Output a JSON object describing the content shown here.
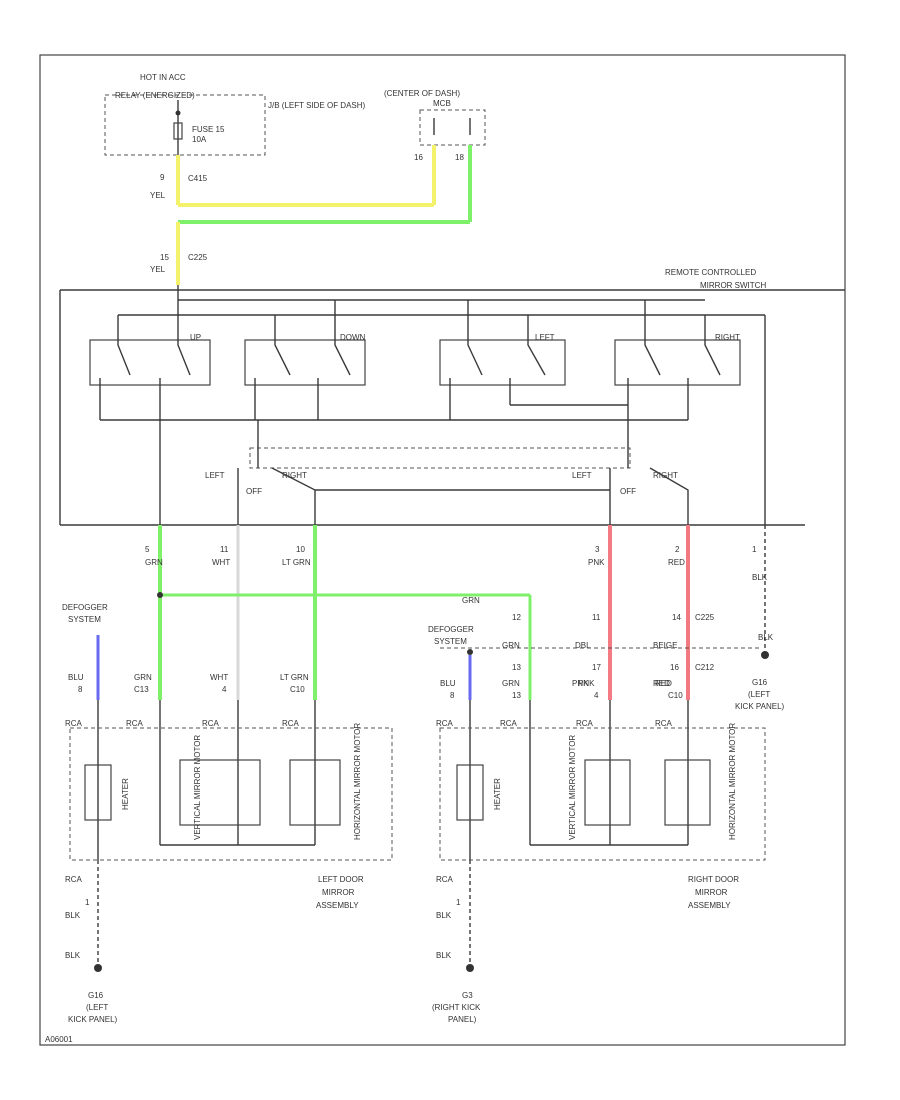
{
  "colors": {
    "yellow_wire": "#f4f26a",
    "green_wire": "#7ef06a",
    "pink_wire": "#f47a84",
    "red_wire": "#f07a80",
    "blue_wire": "#6a6af0",
    "white_wire": "#d8d8d8",
    "black_wire": "#3a3a3a"
  },
  "top": {
    "hot_label": "HOT IN ACC",
    "relay_label": "RELAY (ENERGIZED)",
    "fuse_label": "FUSE 15",
    "fuse_amp": "10A",
    "junction_label": "J/B (LEFT SIDE OF DASH)",
    "center_dash_label": "(CENTER OF DASH)",
    "mcb_label": "MCB",
    "pin_9": "9",
    "c415": "C415",
    "yel_1": "YEL",
    "pin_16": "16",
    "pin_18": "18",
    "pin_15": "15",
    "c225": "C225",
    "yel_2": "YEL"
  },
  "switch": {
    "title": "REMOTE CONTROLLED",
    "subtitle": "MIRROR SWITCH",
    "up": "UP",
    "down": "DOWN",
    "left": "LEFT",
    "right": "RIGHT",
    "left_sel_1": "LEFT",
    "off_1": "OFF",
    "right_sel_1": "RIGHT",
    "left_sel_2": "LEFT",
    "off_2": "OFF",
    "right_sel_2": "RIGHT"
  },
  "wires": {
    "pin_5": "5",
    "grn_1": "GRN",
    "pin_11": "11",
    "wht_1": "WHT",
    "pin_10": "10",
    "lt_grn_1": "LT GRN",
    "pin_3": "3",
    "pnk_1": "PNK",
    "pin_2": "2",
    "red_1": "RED",
    "pin_1": "1",
    "blk_1": "BLK",
    "grn_long": "GRN",
    "pin_12": "12",
    "grn_2": "GRN",
    "pin_13_grn": "13",
    "pin_11_pnk": "11",
    "dbl_label": "DBL",
    "pin_14": "14",
    "beige_label": "BEIGE",
    "c225_2": "C225",
    "c212": "C212",
    "pin_17": "17",
    "pnk_2": "PNK",
    "pin_16_red": "16",
    "red_2": "RED",
    "blk_gnd": "BLK",
    "g16_label": "G16",
    "g16_sub": "(LEFT",
    "g16_sub2": "KICK PANEL)"
  },
  "left_mirror": {
    "defogger": "DEFOGGER",
    "system": "SYSTEM",
    "blu": "BLU",
    "pin_8": "8",
    "grn": "GRN",
    "c13": "C13",
    "wht": "WHT",
    "pin_4": "4",
    "lt_grn": "LT GRN",
    "c10": "C10",
    "rca": "RCA",
    "rca2": "RCA",
    "rca3": "RCA",
    "rca4": "RCA",
    "heater": "HEATER",
    "vertical": "VERTICAL MIRROR MOTOR",
    "horizontal": "HORIZONTAL MIRROR MOTOR",
    "assembly_1": "LEFT DOOR",
    "assembly_2": "MIRROR",
    "assembly_3": "ASSEMBLY",
    "rca_bottom": "RCA",
    "pin_1": "1",
    "blk_a": "BLK",
    "blk_b": "BLK",
    "ground": "G16",
    "ground_sub": "(LEFT",
    "ground_sub2": "KICK PANEL)"
  },
  "right_mirror": {
    "defogger": "DEFOGGER",
    "system": "SYSTEM",
    "blu": "BLU",
    "pin_8": "8",
    "grn": "GRN",
    "c13": "13",
    "rca": "RCA",
    "rca2": "RCA",
    "rca3": "RCA",
    "rca4": "RCA",
    "pnk": "PNK",
    "pin_4": "4",
    "red": "RED",
    "c10": "C10",
    "heater": "HEATER",
    "vertical": "VERTICAL MIRROR MOTOR",
    "horizontal": "HORIZONTAL MIRROR MOTOR",
    "assembly_1": "RIGHT DOOR",
    "assembly_2": "MIRROR",
    "assembly_3": "ASSEMBLY",
    "rca_bottom": "RCA",
    "pin_1": "1",
    "blk_a": "BLK",
    "blk_b": "BLK",
    "ground": "G3",
    "ground_sub": "(RIGHT KICK",
    "ground_sub2": "PANEL)"
  },
  "footer": {
    "code": "A06001"
  }
}
